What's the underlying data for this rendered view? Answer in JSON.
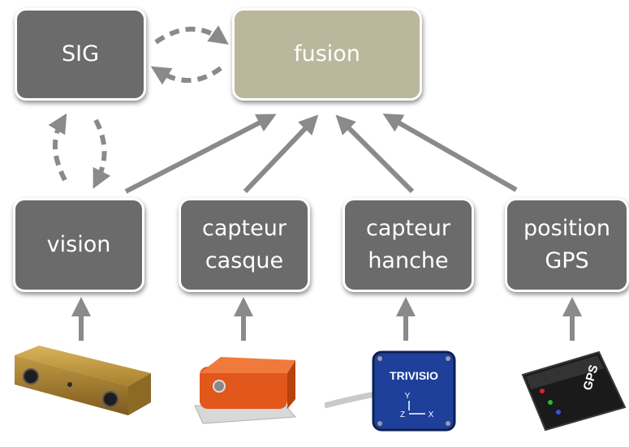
{
  "nodes": {
    "sig": "SIG",
    "fusion": "fusion",
    "vision": "vision",
    "capteur_casque": "capteur\ncasque",
    "capteur_hanche": "capteur\nhanche",
    "position_gps": "position\nGPS"
  },
  "devices": {
    "imu_brand": "TRIVISIO",
    "imu_axes": {
      "y": "Y",
      "z": "Z",
      "x": "X"
    },
    "gps_label": "GPS"
  },
  "colors": {
    "node_dark": "#6b6b6b",
    "node_fusion": "#b9b79c",
    "arrow": "#8a8a8a"
  }
}
